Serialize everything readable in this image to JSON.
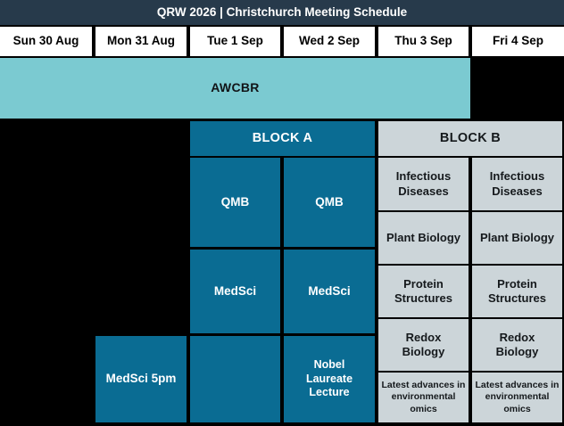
{
  "title_bar": {
    "title": "QRW 2026 | Christchurch Meeting Schedule"
  },
  "day_headers": [
    "Sun 30 Aug",
    "Mon 31 Aug",
    "Tue 1 Sep",
    "Wed 2 Sep",
    "Thu 3 Sep",
    "Fri 4 Sep"
  ],
  "events": {
    "awcbr": "AWCBR",
    "block_a_header": "BLOCK A",
    "block_b_header": "BLOCK B",
    "qmb_tue": "QMB",
    "qmb_wed": "QMB",
    "medsci_tue": "MedSci",
    "medsci_wed": "MedSci",
    "medsci_5pm_mon": "MedSci 5pm",
    "nobel_lecture_wed": "Nobel Laureate Lecture",
    "block_b_thu": [
      "Infectious Diseases",
      "Plant Biology",
      "Protein Structures",
      "Redox Biology",
      "Latest advances in environmental omics"
    ],
    "block_b_fri": [
      "Infectious Diseases",
      "Plant Biology",
      "Protein Structures",
      "Redox Biology",
      "Latest advances in environmental omics"
    ]
  },
  "colors": {
    "title_bar_bg": "#273a4b",
    "day_header_bg": "#ffffff",
    "awcbr_teal": "#7bcad1",
    "block_a_blue": "#0a6c93",
    "block_b_gray": "#ccd5d9",
    "grid_background": "#000000",
    "light_text": "#ffffff",
    "dark_text": "#15191c"
  }
}
